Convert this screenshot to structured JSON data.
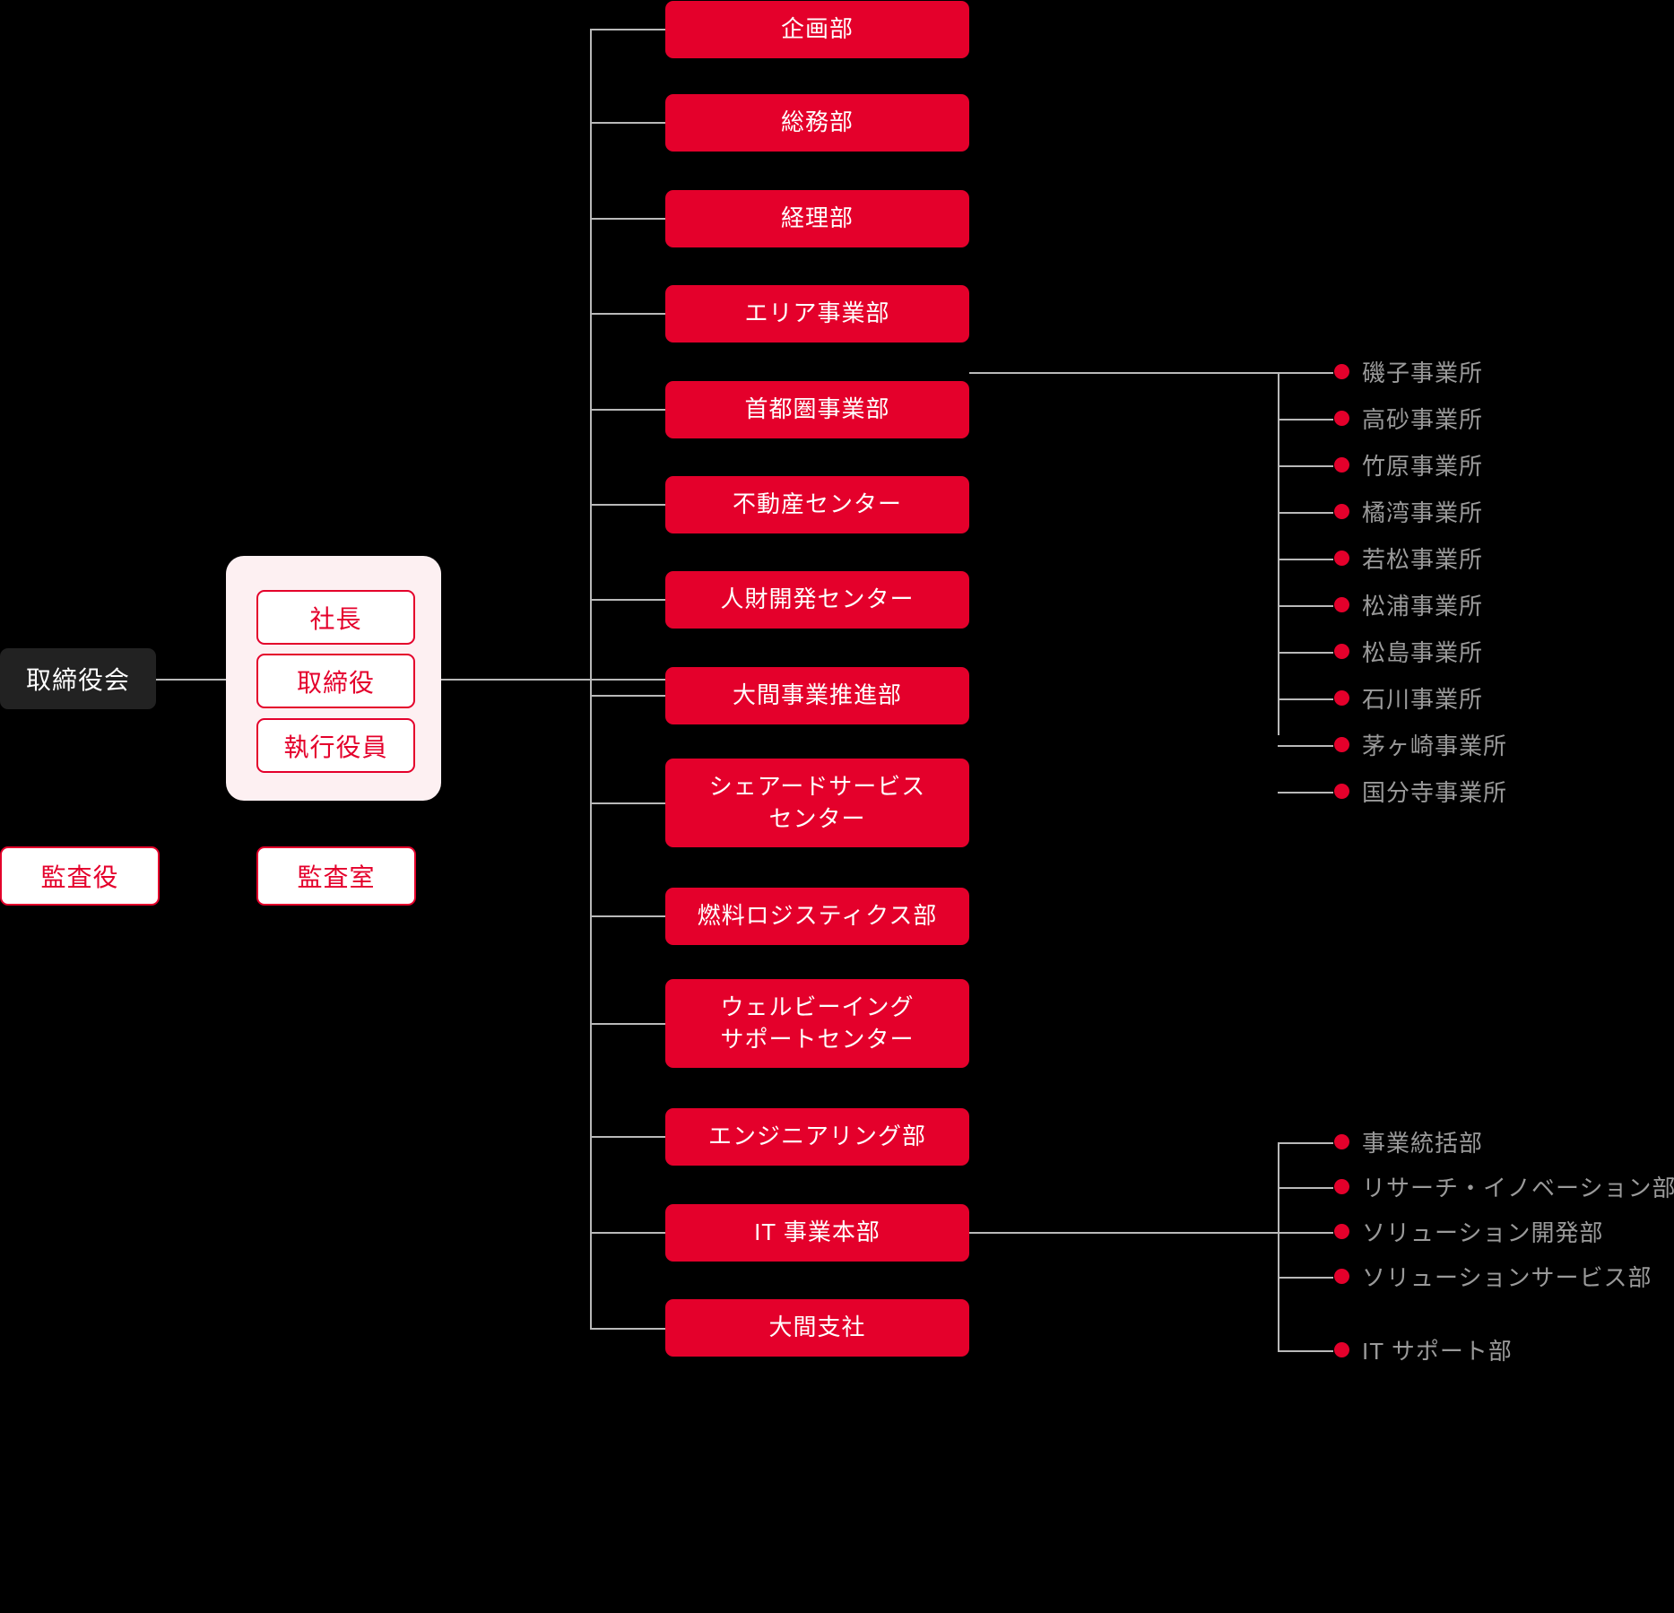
{
  "colors": {
    "background": "#000000",
    "accent_red": "#e4002b",
    "board_dark": "#222222",
    "panel_pink": "#fdf0f2",
    "line_gray": "#b9b9b9",
    "leaf_text_gray": "#9a9a9a",
    "box_text_white": "#ffffff"
  },
  "board": {
    "label": "取締役会"
  },
  "executive_group": {
    "items": [
      {
        "label": "社長"
      },
      {
        "label": "取締役"
      },
      {
        "label": "執行役員"
      }
    ]
  },
  "auditor": {
    "label": "監査役"
  },
  "audit_office": {
    "label": "監査室"
  },
  "departments": [
    {
      "lines": [
        "企画部"
      ]
    },
    {
      "lines": [
        "総務部"
      ]
    },
    {
      "lines": [
        "経理部"
      ]
    },
    {
      "lines": [
        "エリア事業部"
      ]
    },
    {
      "lines": [
        "首都圏事業部"
      ]
    },
    {
      "lines": [
        "不動産センター"
      ]
    },
    {
      "lines": [
        "人財開発センター"
      ]
    },
    {
      "lines": [
        "大間事業推進部"
      ]
    },
    {
      "lines": [
        "シェアードサービス",
        "センター"
      ]
    },
    {
      "lines": [
        "燃料ロジスティクス部"
      ]
    },
    {
      "lines": [
        "ウェルビーイング",
        "サポートセンター"
      ]
    },
    {
      "lines": [
        "エンジニアリング部"
      ]
    },
    {
      "lines": [
        "IT 事業本部"
      ]
    },
    {
      "lines": [
        "大間支社"
      ]
    }
  ],
  "area_offices": [
    {
      "label": "磯子事業所"
    },
    {
      "label": "高砂事業所"
    },
    {
      "label": "竹原事業所"
    },
    {
      "label": "橘湾事業所"
    },
    {
      "label": "若松事業所"
    },
    {
      "label": "松浦事業所"
    },
    {
      "label": "松島事業所"
    },
    {
      "label": "石川事業所"
    },
    {
      "label": "茅ヶ崎事業所"
    },
    {
      "label": "国分寺事業所"
    }
  ],
  "it_divisions": [
    {
      "label": "事業統括部"
    },
    {
      "label": "リサーチ・イノベーション部"
    },
    {
      "label": "ソリューション開発部"
    },
    {
      "label": "ソリューションサービス部"
    },
    {
      "label": "IT サポート部"
    }
  ]
}
